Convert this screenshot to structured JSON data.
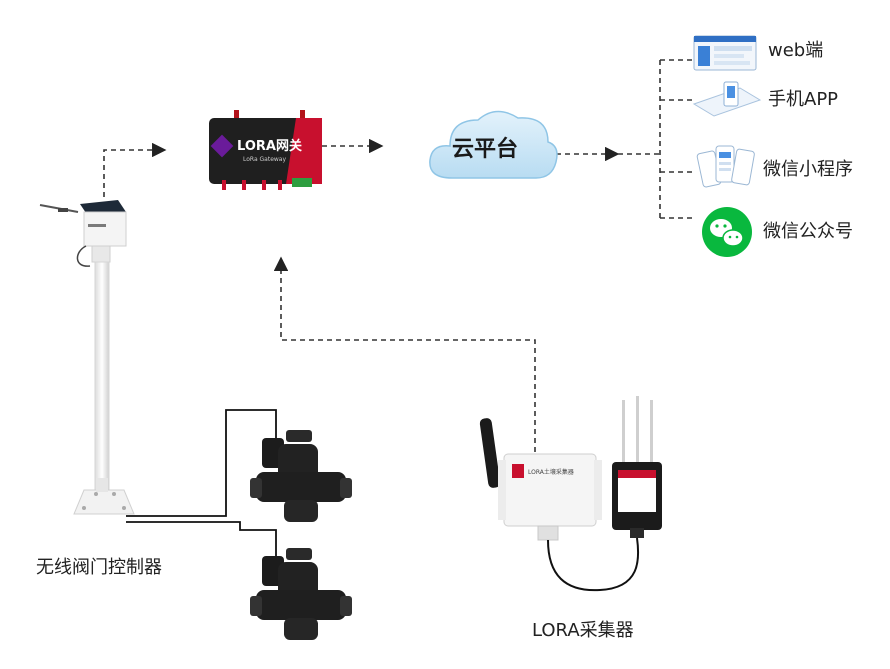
{
  "gateway": {
    "title": "LORA网关",
    "subtitle": "LoRa Gateway"
  },
  "cloud": {
    "label": "云平台"
  },
  "clients": [
    {
      "label": "web端",
      "icon": "web-dashboard-icon"
    },
    {
      "label": "手机APP",
      "icon": "mobile-app-icon"
    },
    {
      "label": "微信小程序",
      "icon": "mini-program-icon"
    },
    {
      "label": "微信公众号",
      "icon": "wechat-icon"
    }
  ],
  "valve_controller": {
    "label": "无线阀门控制器"
  },
  "collector": {
    "label": "LORA采集器",
    "device_text": "LORA土壤采集器"
  },
  "colors": {
    "gateway_body": "#1f1f1f",
    "gateway_accent": "#c8102e",
    "cloud_fill": "#c9e6f6",
    "cloud_stroke": "#8fc5e6",
    "wechat_green": "#09b83e",
    "connector": "#333333"
  }
}
